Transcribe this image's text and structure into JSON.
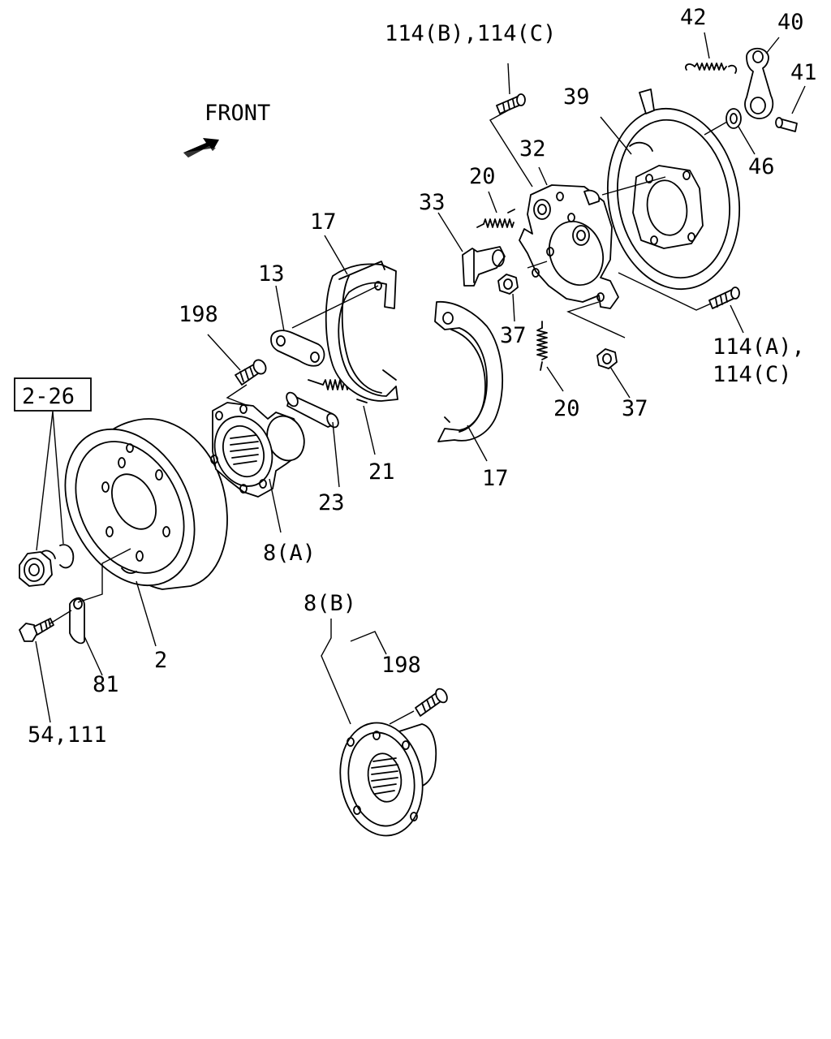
{
  "direction_label": "FRONT",
  "callouts": [
    {
      "id": "c-114b-114c",
      "text": "114(B),114(C)"
    },
    {
      "id": "c-42",
      "text": "42"
    },
    {
      "id": "c-40",
      "text": "40"
    },
    {
      "id": "c-41",
      "text": "41"
    },
    {
      "id": "c-39",
      "text": "39"
    },
    {
      "id": "c-46",
      "text": "46"
    },
    {
      "id": "c-32",
      "text": "32"
    },
    {
      "id": "c-20-top",
      "text": "20"
    },
    {
      "id": "c-33",
      "text": "33"
    },
    {
      "id": "c-17-top",
      "text": "17"
    },
    {
      "id": "c-13",
      "text": "13"
    },
    {
      "id": "c-198-top",
      "text": "198"
    },
    {
      "id": "c-37-left",
      "text": "37"
    },
    {
      "id": "c-114a",
      "text": "114(A),"
    },
    {
      "id": "c-114c",
      "text": "114(C)"
    },
    {
      "id": "c-20-bottom",
      "text": "20"
    },
    {
      "id": "c-37-right",
      "text": "37"
    },
    {
      "id": "c-21",
      "text": "21"
    },
    {
      "id": "c-17-bottom",
      "text": "17"
    },
    {
      "id": "c-23",
      "text": "23"
    },
    {
      "id": "c-8a",
      "text": "8(A)"
    },
    {
      "id": "c-2",
      "text": "2"
    },
    {
      "id": "c-81",
      "text": "81"
    },
    {
      "id": "c-54-111",
      "text": "54,111"
    },
    {
      "id": "c-8b",
      "text": "8(B)"
    },
    {
      "id": "c-198-bottom",
      "text": "198"
    }
  ],
  "reference_box": {
    "text": "2-26"
  }
}
